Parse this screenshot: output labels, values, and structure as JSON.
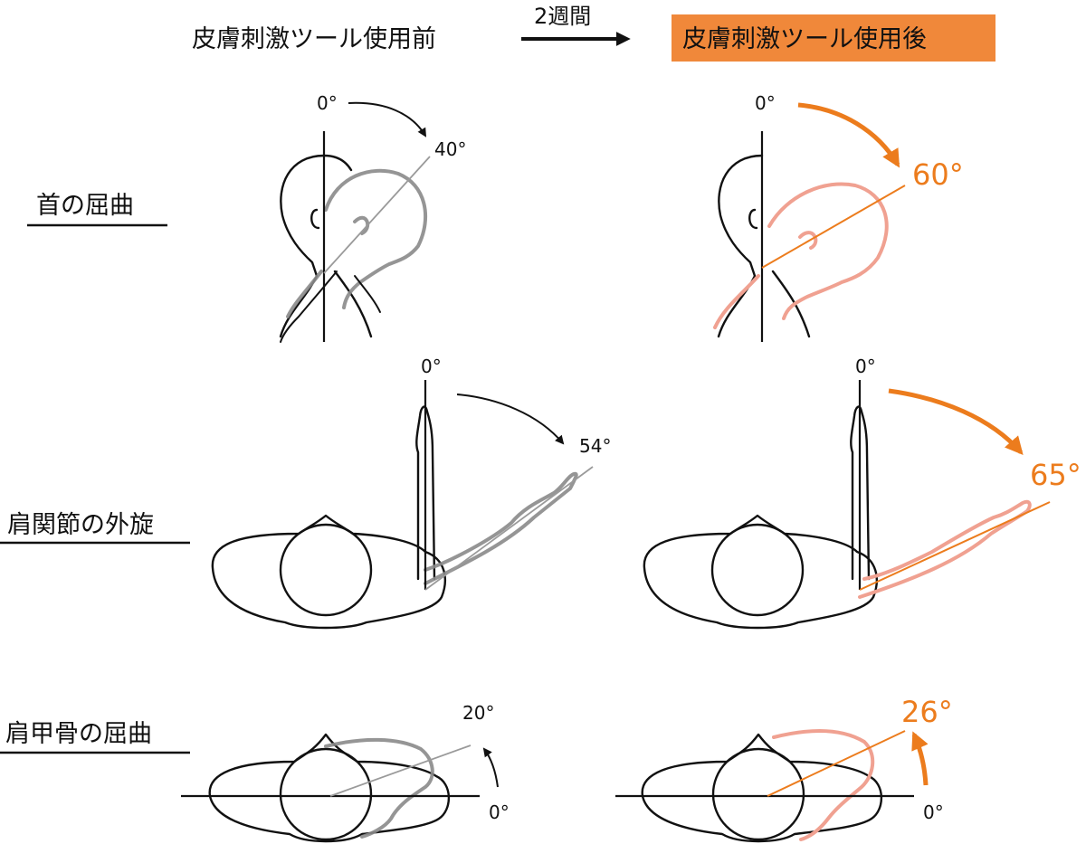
{
  "header": {
    "before_label": "皮膚刺激ツール使用前",
    "interval_label": "2週間",
    "after_label": "皮膚刺激ツール使用後"
  },
  "rows": [
    {
      "label": "首の屈曲",
      "zero": "0°",
      "before": "40°",
      "after": "60°"
    },
    {
      "label": "肩関節の外旋",
      "zero": "0°",
      "before": "54°",
      "after": "65°"
    },
    {
      "label": "肩甲骨の屈曲",
      "zero": "0°",
      "before": "20°",
      "after": "26°"
    }
  ],
  "colors": {
    "accent": "#ec7c1d",
    "accent_box": "#f0883a",
    "after_ghost": "#f0a191",
    "before_ghost": "#8a8a8a",
    "line": "#111111"
  }
}
